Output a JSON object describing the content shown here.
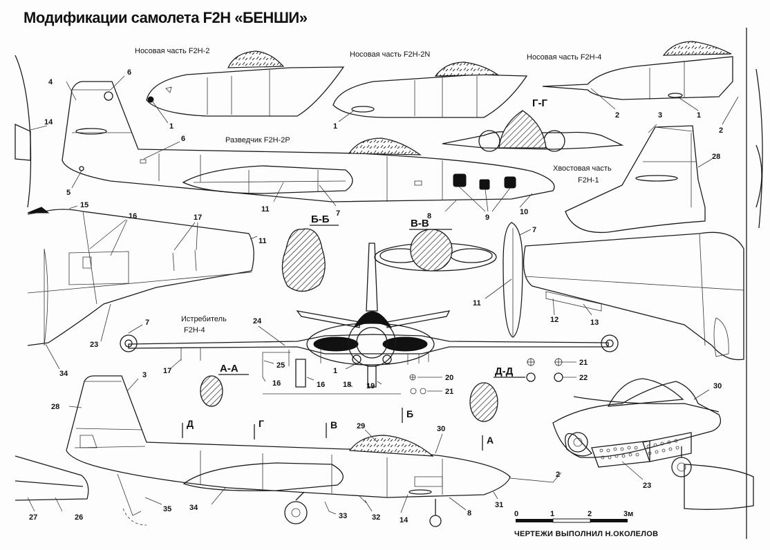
{
  "title": "Модификации самолета F2H «БЕНШИ»",
  "views": {
    "nose_f2h2": "Носовая часть F2H-2",
    "nose_f2h2n": "Носовая часть F2H-2N",
    "nose_f2h4": "Носовая часть F2H-4",
    "recon_f2h2p": "Разведчик F2H-2P",
    "tail_f2h1_line1": "Хвостовая часть",
    "tail_f2h1_line2": "F2H-1",
    "fighter_f2h4_line1": "Истребитель",
    "fighter_f2h4_line2": "F2H-4"
  },
  "sections": {
    "aa": "А-А",
    "bb": "Б-Б",
    "vv": "В-В",
    "gg": "Г-Г",
    "dd": "Д-Д"
  },
  "cut_marks": [
    "Д",
    "Г",
    "В",
    "Б",
    "А"
  ],
  "scale": {
    "ticks": [
      "0",
      "1",
      "2",
      "3м"
    ]
  },
  "credits": "ЧЕРТЕЖИ  ВЫПОЛНИЛ  Н.ОКОЛЕЛОВ",
  "callouts": {
    "c1": "1",
    "c2": "2",
    "c3": "3",
    "c4": "4",
    "c5": "5",
    "c6": "6",
    "c7": "7",
    "c8": "8",
    "c9": "9",
    "c10": "10",
    "c11": "11",
    "c12": "12",
    "c13": "13",
    "c14": "14",
    "c15": "15",
    "c16": "16",
    "c17": "17",
    "c18": "18",
    "c19": "19",
    "c20": "20",
    "c21": "21",
    "c22": "22",
    "c23": "23",
    "c24": "24",
    "c25": "25",
    "c26": "26",
    "c27": "27",
    "c28": "28",
    "c29": "29",
    "c30": "30",
    "c31": "31",
    "c32": "32",
    "c33": "33",
    "c34": "34",
    "c35": "35"
  }
}
